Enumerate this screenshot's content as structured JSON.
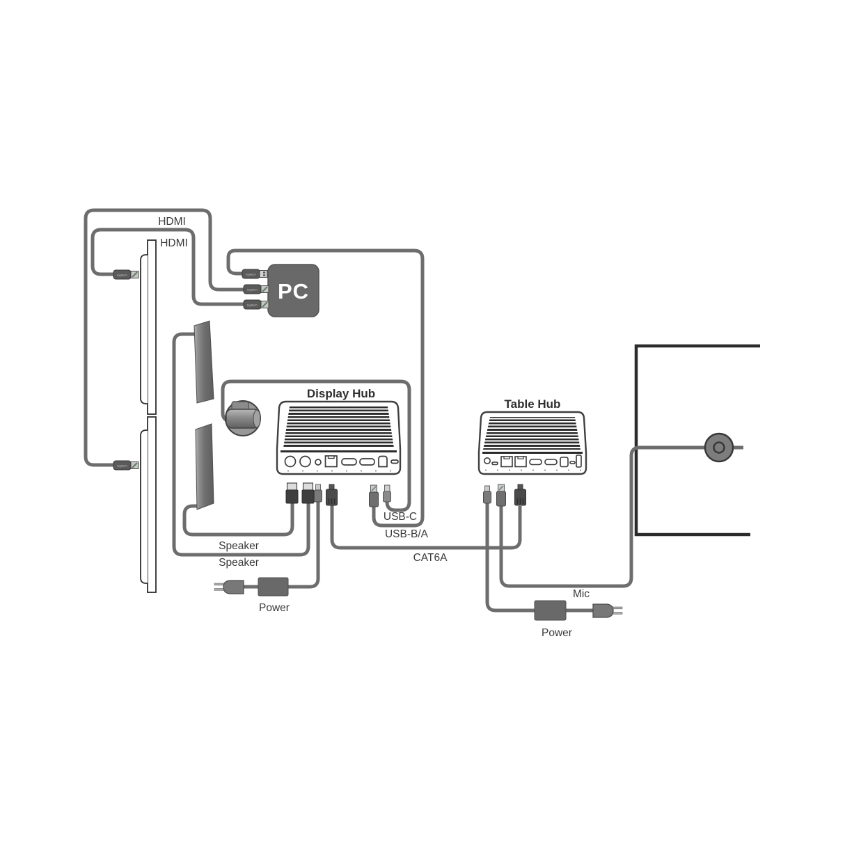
{
  "diagram": {
    "brand": "logitech",
    "devices": {
      "pc": "PC",
      "display_hub": "Display Hub",
      "table_hub": "Table Hub"
    },
    "cable_labels": {
      "hdmi_outer": "HDMI",
      "hdmi_inner": "HDMI",
      "usb_c": "USB-C",
      "usb_b_a": "USB-B/A",
      "cat6a": "CAT6A",
      "speaker_top": "Speaker",
      "speaker_bottom": "Speaker",
      "power_display": "Power",
      "power_table": "Power",
      "mic": "Mic"
    },
    "icons": {
      "display": "monitor-side-view",
      "speaker": "speaker-column",
      "camera": "conference-camera",
      "mic_pod": "table-mic-pod",
      "power_adapter": "power-brick",
      "wall_plug": "two-prong-plug",
      "table": "table-side-profile"
    },
    "colors": {
      "cable": "#6d6d6d",
      "outline": "#3c3c3c",
      "device_gray": "#696969",
      "text": "#3a3a3a",
      "table": "#2b2b2b",
      "connector_tip": "#bcc3bc",
      "background": "#ffffff"
    }
  }
}
